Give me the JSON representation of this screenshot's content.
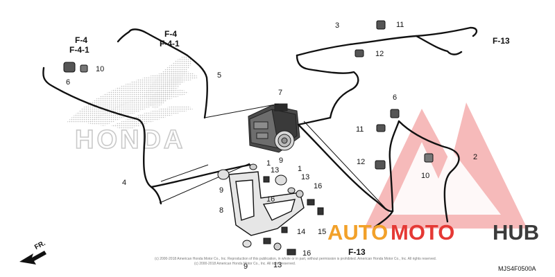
{
  "watermark": {
    "honda_text": "HONDA",
    "brand_part1": "AUTO",
    "brand_part2": "MOTO",
    "brand_part3": "HUB",
    "colors": {
      "orange": "#f2a12a",
      "red": "#e53935",
      "dark": "#3b3b3b",
      "triangle": "#f3a3a3",
      "honda_wing": "#c9c9c9"
    }
  },
  "refs": {
    "top_left": [
      "F-4",
      "F-4-1"
    ],
    "top_mid": [
      "F-4",
      "F-4-1"
    ],
    "top_right": "F-13",
    "bottom": "F-13"
  },
  "callouts": [
    {
      "id": "c1",
      "text": "1"
    },
    {
      "id": "c2",
      "text": "1"
    },
    {
      "id": "c3",
      "text": "2"
    },
    {
      "id": "c4",
      "text": "3"
    },
    {
      "id": "c5",
      "text": "4"
    },
    {
      "id": "c6",
      "text": "5"
    },
    {
      "id": "c7",
      "text": "6"
    },
    {
      "id": "c8",
      "text": "6"
    },
    {
      "id": "c9",
      "text": "7"
    },
    {
      "id": "c10",
      "text": "8"
    },
    {
      "id": "c11",
      "text": "9"
    },
    {
      "id": "c12",
      "text": "9"
    },
    {
      "id": "c13",
      "text": "9"
    },
    {
      "id": "c14",
      "text": "10"
    },
    {
      "id": "c15",
      "text": "10"
    },
    {
      "id": "c16",
      "text": "11"
    },
    {
      "id": "c17",
      "text": "11"
    },
    {
      "id": "c18",
      "text": "12"
    },
    {
      "id": "c19",
      "text": "12"
    },
    {
      "id": "c20",
      "text": "13"
    },
    {
      "id": "c21",
      "text": "13"
    },
    {
      "id": "c22",
      "text": "13"
    },
    {
      "id": "c23",
      "text": "14"
    },
    {
      "id": "c24",
      "text": "15"
    },
    {
      "id": "c25",
      "text": "16"
    },
    {
      "id": "c26",
      "text": "16"
    },
    {
      "id": "c27",
      "text": "16"
    }
  ],
  "direction_label": "FR.",
  "copyright_lines": [
    "(c) 2000-2018 American Honda Motor Co., Inc. Reproduction of this publication, in whole or in part, without permission is prohibited. American Honda Motor Co., Inc. All rights reserved.",
    "(c) 2000-2018 American Honda Motor Co., Inc. All rights reserved."
  ],
  "diagram_code": "MJS4F0500A"
}
